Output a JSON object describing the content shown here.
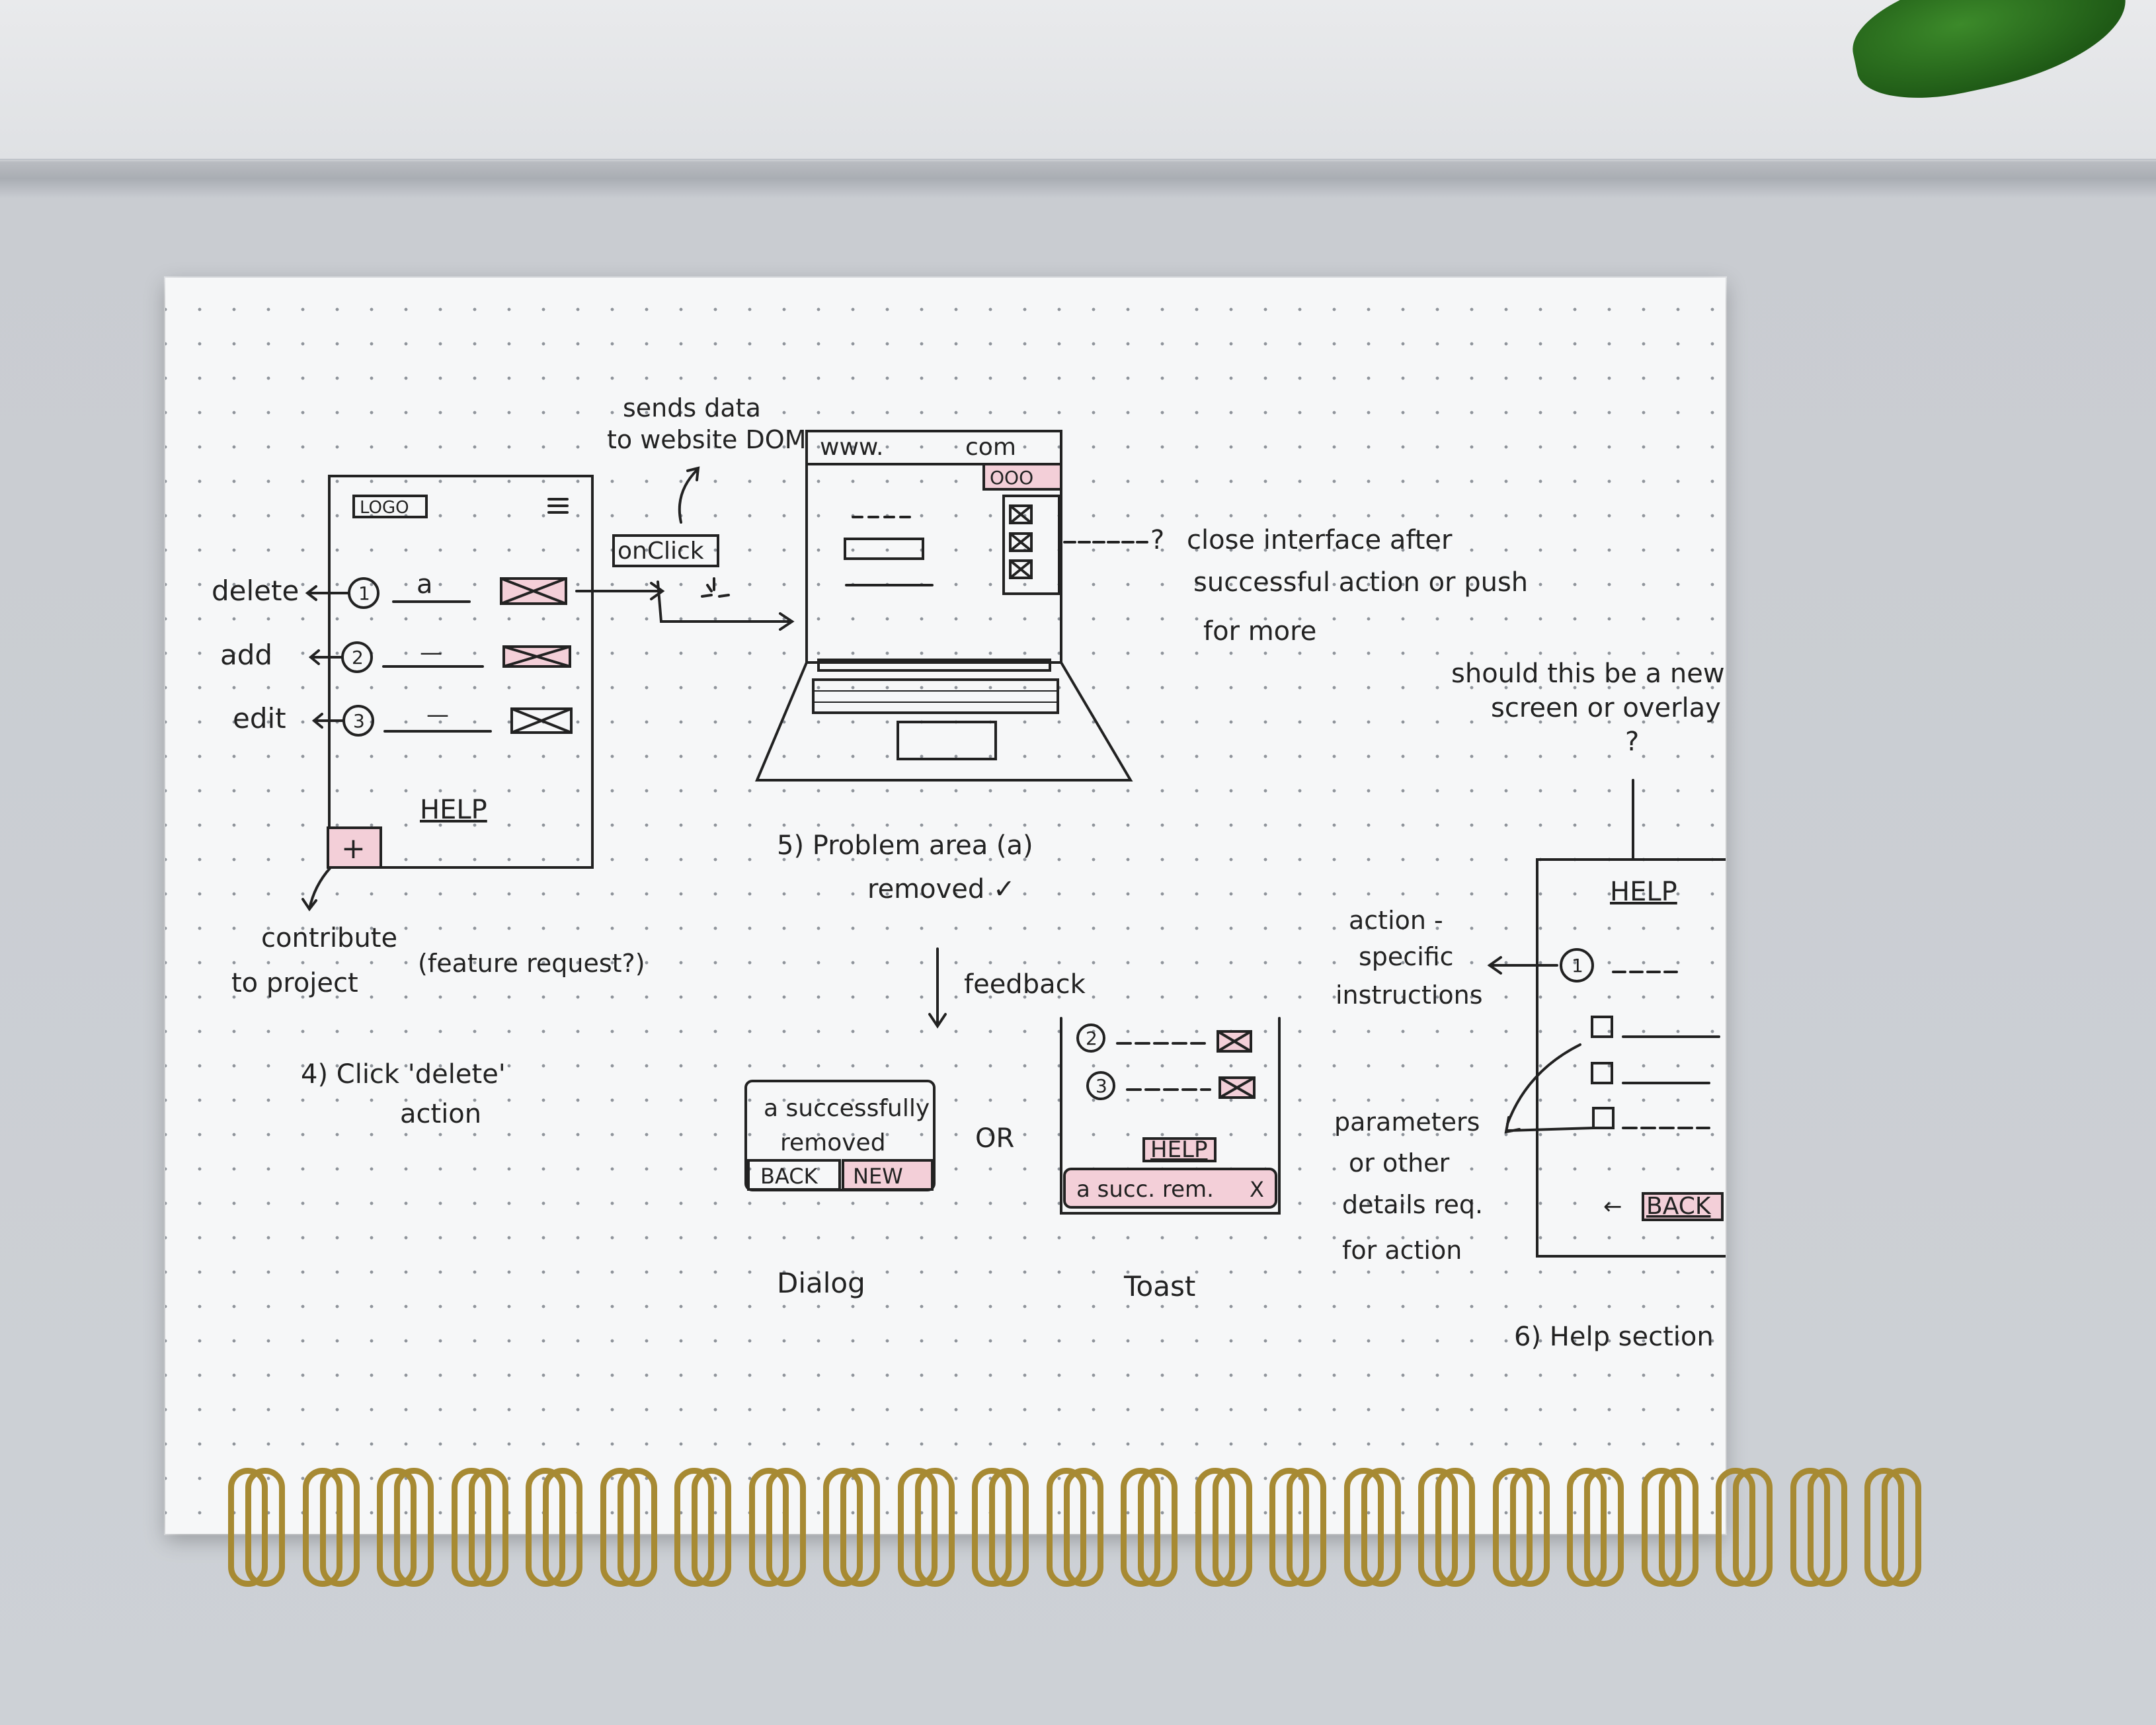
{
  "sketch": {
    "phone_screen": {
      "logo_text": "LOGO",
      "menu_icon": "hamburger-icon",
      "rows": [
        {
          "number": "1",
          "value": "a",
          "side_label": "delete"
        },
        {
          "number": "2",
          "value": "—",
          "side_label": "add"
        },
        {
          "number": "3",
          "value": "—",
          "side_label": "edit"
        }
      ],
      "help_link": "HELP",
      "plus_button": "+",
      "plus_note_line1": "contribute",
      "plus_note_line2": "to  project",
      "plus_note_aside": "(feature request?)"
    },
    "step4_line1": "4) Click 'delete'",
    "step4_line2": "action",
    "onclick_label": "onClick",
    "sends_line1": "sends data",
    "sends_line2": "to website DOM",
    "browser": {
      "url_left": "www.",
      "url_right": "com",
      "ext_icon_text": "OOO"
    },
    "close_note_line1": "close interface after",
    "close_note_line2": "successful action or push",
    "close_note_line3": "for more",
    "close_note_marker": "?",
    "step5_line1": "5) Problem area (a)",
    "step5_line2": "removed ✓",
    "feedback_label": "feedback",
    "dialog": {
      "message_line1": "a successfully",
      "message_line2": "removed",
      "back_button": "BACK",
      "new_button": "NEW",
      "caption": "Dialog"
    },
    "or_label": "OR",
    "toast": {
      "rows": [
        "2",
        "3"
      ],
      "help_link": "HELP",
      "message": "a succ. rem.",
      "close_glyph": "X",
      "caption": "Toast"
    },
    "question_line1": "should this be a new",
    "question_line2": "screen or overlay",
    "question_mark": "?",
    "help_screen": {
      "title": "HELP",
      "row_number": "1",
      "back_link": "BACK",
      "back_arrow": "←"
    },
    "action_note_line1": "action -",
    "action_note_line2": "specific",
    "action_note_line3": "instructions",
    "params_note_line1": "parameters",
    "params_note_line2": "or other",
    "params_note_line3": "details req.",
    "params_note_line4": "for action",
    "step6": "6) Help section"
  },
  "colors": {
    "ink": "#222222",
    "pink_highlight": "#f3cfd8",
    "paper": "#f6f7f8",
    "ring_gold": "#a78a33"
  }
}
